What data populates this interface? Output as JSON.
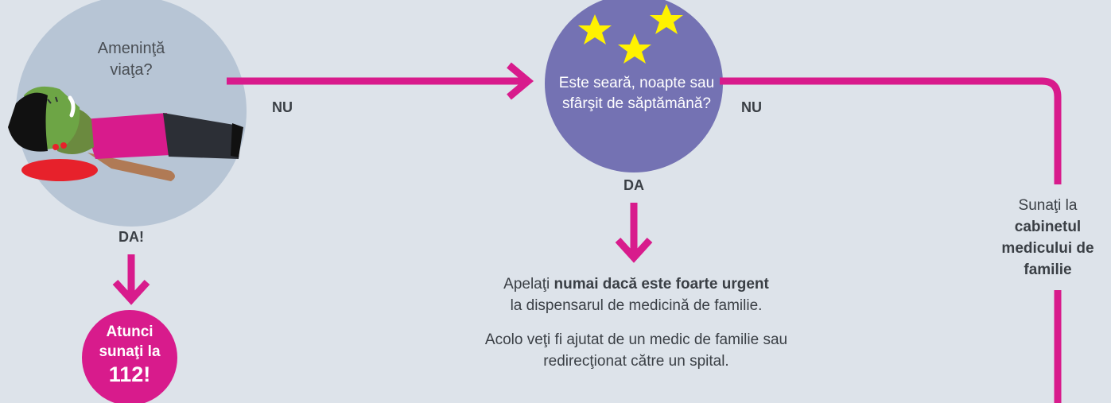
{
  "life_question": "Ameninţă viaţa?",
  "evening_question": "Este seară, noapte sau sfârşit de săptămână?",
  "labels": {
    "da_life": "DA!",
    "nu_left": "NU",
    "nu_right": "NU",
    "da_evening": "DA"
  },
  "emergency": {
    "line1": "Atunci",
    "line2": "sunaţi la",
    "number": "112!"
  },
  "dispensary": {
    "prefix": "Apelaţi ",
    "bold": "numai dacă este foarte urgent",
    "suffix": "la dispensarul de medicină de familie.",
    "help": "Acolo veţi fi ajutat de un medic de familie sau redirecţionat către un spital."
  },
  "gp_office": {
    "prefix": "Sunaţi la",
    "bold": "cabinetul medicului de familie"
  },
  "colors": {
    "background": "#dde3ea",
    "arrow": "#d81b8c",
    "life_circle": "#b7c5d5",
    "evening_circle": "#7472b3",
    "star": "#fff200",
    "text": "#3a3f45"
  },
  "icons": [
    "person-collapsed-icon",
    "star-icon"
  ]
}
